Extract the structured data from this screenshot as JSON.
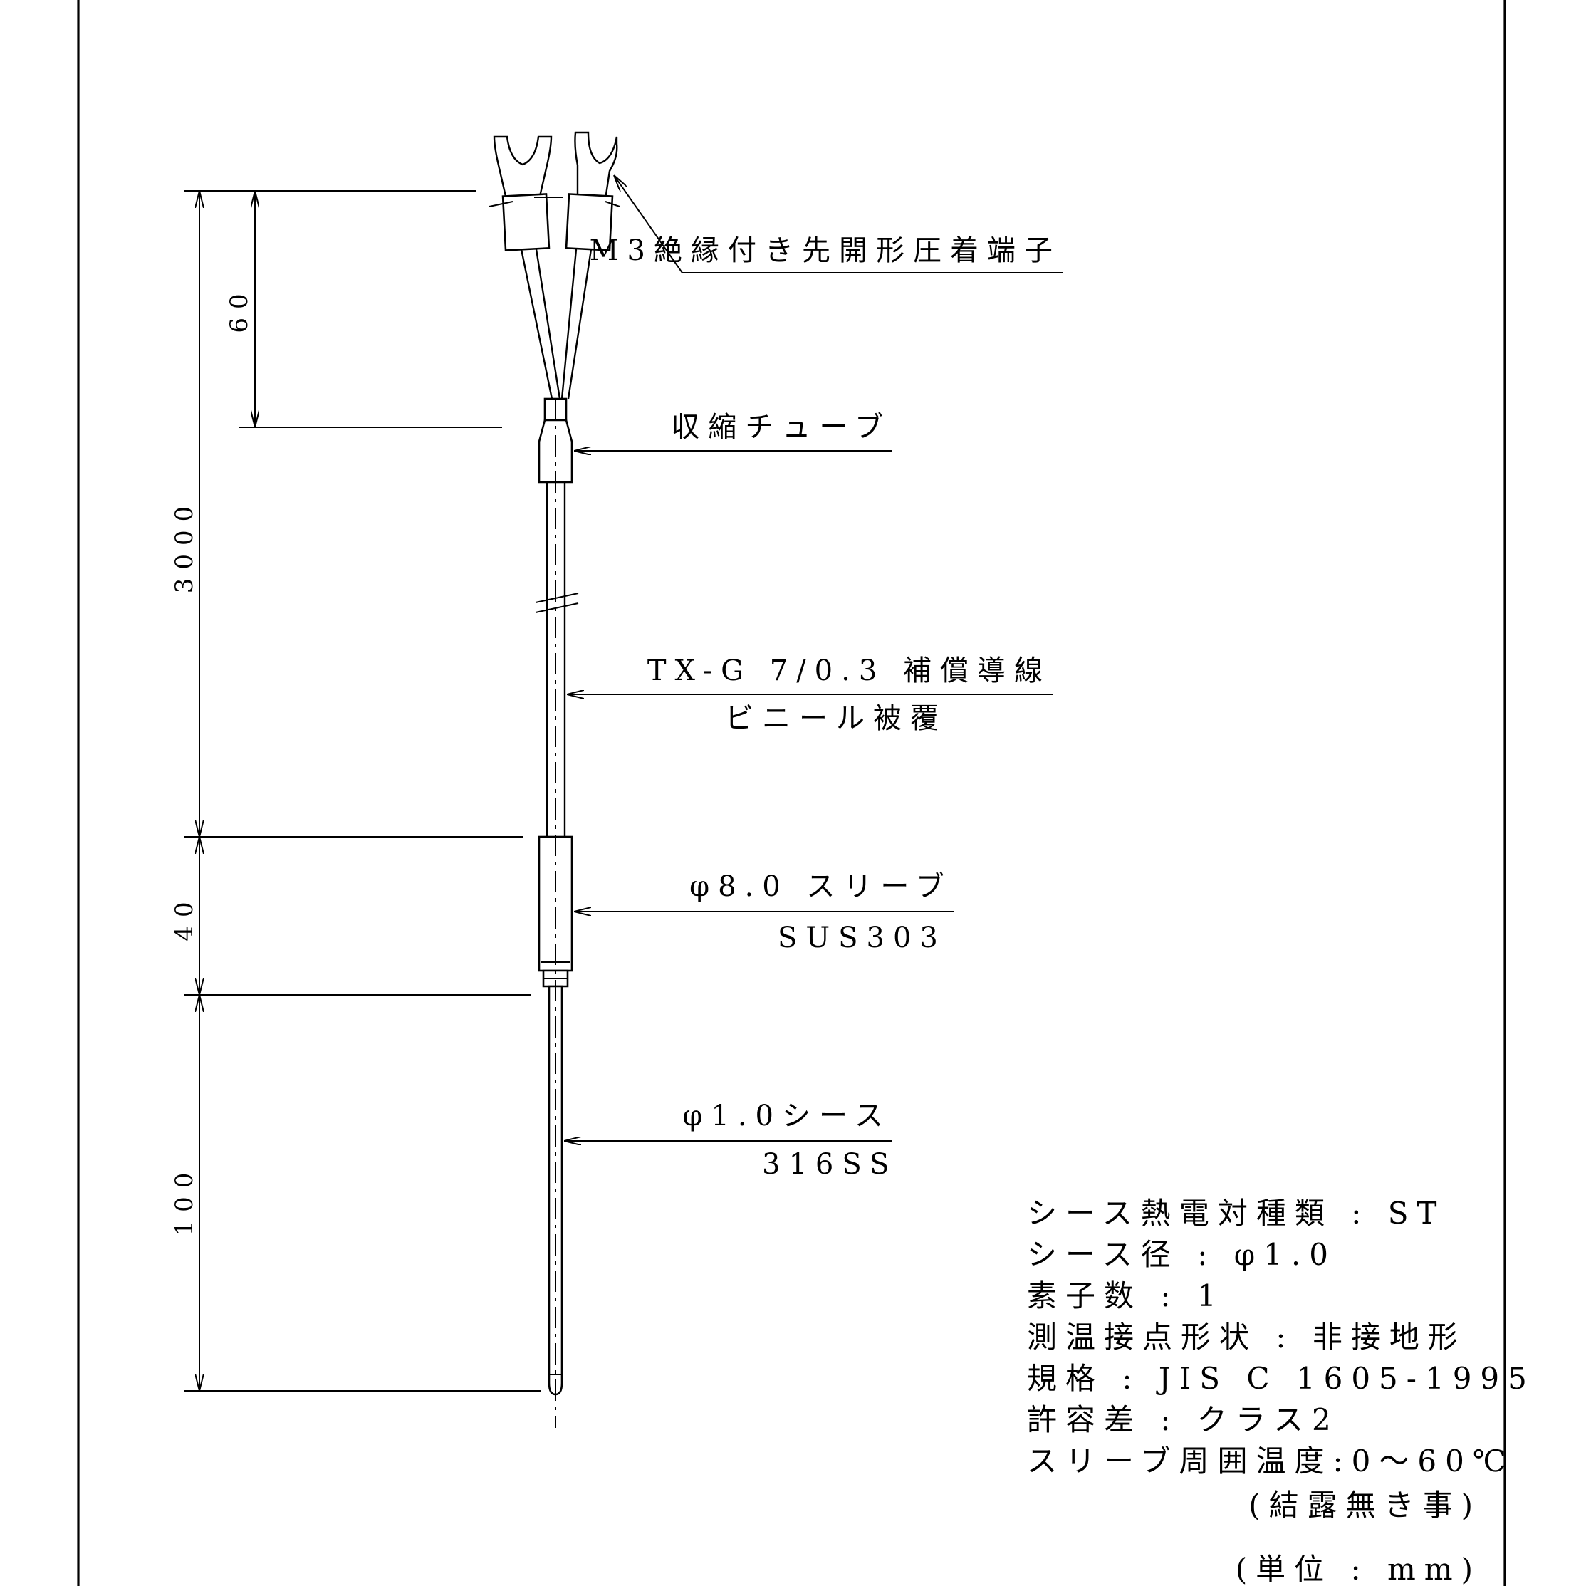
{
  "callouts": {
    "terminal": "M3絶縁付き先開形圧着端子",
    "shrink_tube": "収縮チューブ",
    "wire_line1": "TX-G 7/0.3 補償導線",
    "wire_line2": "ビニール被覆",
    "sleeve_line1": "φ8.0 スリーブ",
    "sleeve_line2": "SUS303",
    "sheath_line1": "φ1.0シース",
    "sheath_line2": "316SS"
  },
  "dimensions": {
    "d3000": "3000",
    "d60": "60",
    "d40": "40",
    "d100": "100"
  },
  "specs": [
    "シース熱電対種類 : ST",
    "シース径 : φ1.0",
    "素子数 : 1",
    "測温接点形状 : 非接地形",
    "規格 : JIS C 1605-1995",
    "許容差 : クラス2",
    "スリーブ周囲温度:0～60℃"
  ],
  "spec_note": "(結露無き事)",
  "unit_note": "(単位 : mm)"
}
